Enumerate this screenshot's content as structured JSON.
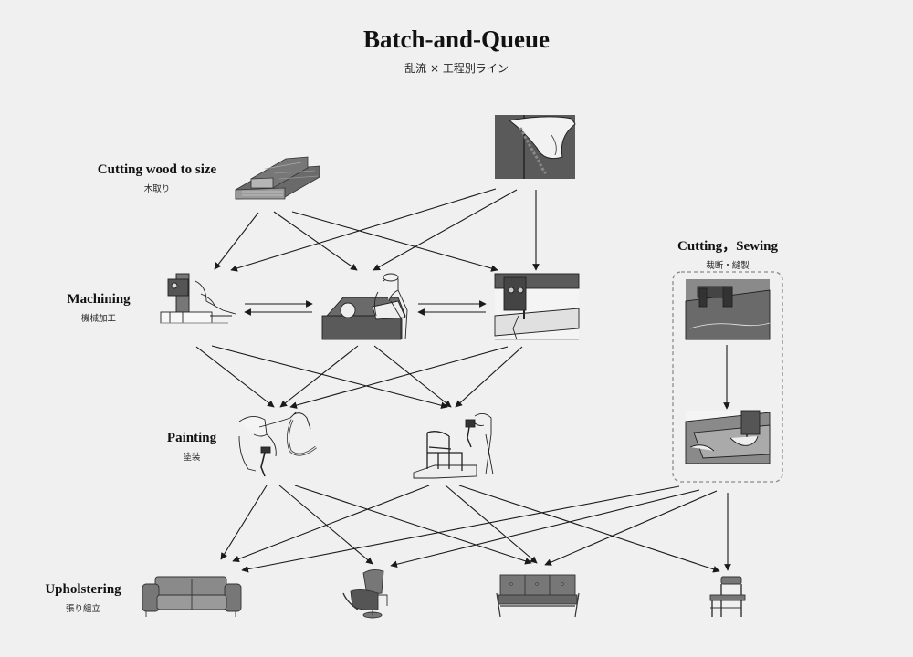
{
  "title": "Batch-and-Queue",
  "subtitle": "乱流 × 工程別ライン",
  "stages": {
    "cutting": {
      "en": "Cutting wood to size",
      "jp": "木取り"
    },
    "machining": {
      "en": "Machining",
      "jp": "機械加工"
    },
    "painting": {
      "en": "Painting",
      "jp": "塗装"
    },
    "upholstering": {
      "en": "Upholstering",
      "jp": "張り組立"
    },
    "sewing": {
      "en": "Cutting，Sewing",
      "jp": "裁断・縫製"
    }
  },
  "colors": {
    "background": "#f0f0f0",
    "arrow": "#1a1a1a",
    "illustration_dark": "#555555",
    "illustration_light": "#f6f6f6",
    "group_border": "#8a8a8a"
  },
  "icons": [
    "lumber-stack-icon",
    "leather-material-icon",
    "band-saw-worker-icon",
    "table-saw-worker-icon",
    "router-machine-icon",
    "cutting-plotter-icon",
    "sewing-machine-icon",
    "spray-painting-frame-icon",
    "spray-painting-chair-icon",
    "sofa-icon",
    "lounge-chair-icon",
    "bench-icon",
    "dining-chair-icon"
  ]
}
